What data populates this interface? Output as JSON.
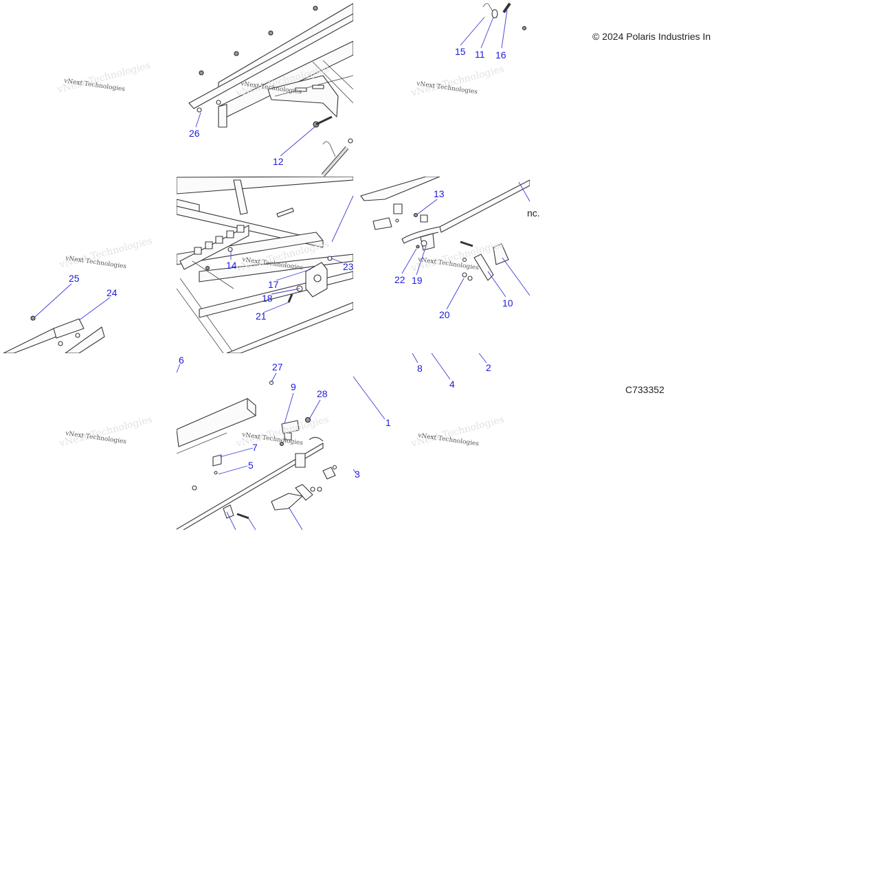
{
  "copyright": "© 2024 Polaris Industries In",
  "figure_code": "C733352",
  "fragment_text": "nc.",
  "watermark": "vNext Technologies",
  "callouts": [
    "1",
    "2",
    "3",
    "4",
    "5",
    "6",
    "7",
    "8",
    "9",
    "10",
    "11",
    "12",
    "13",
    "14",
    "15",
    "16",
    "17",
    "18",
    "19",
    "20",
    "21",
    "22",
    "23",
    "24",
    "25",
    "26",
    "27",
    "28"
  ]
}
